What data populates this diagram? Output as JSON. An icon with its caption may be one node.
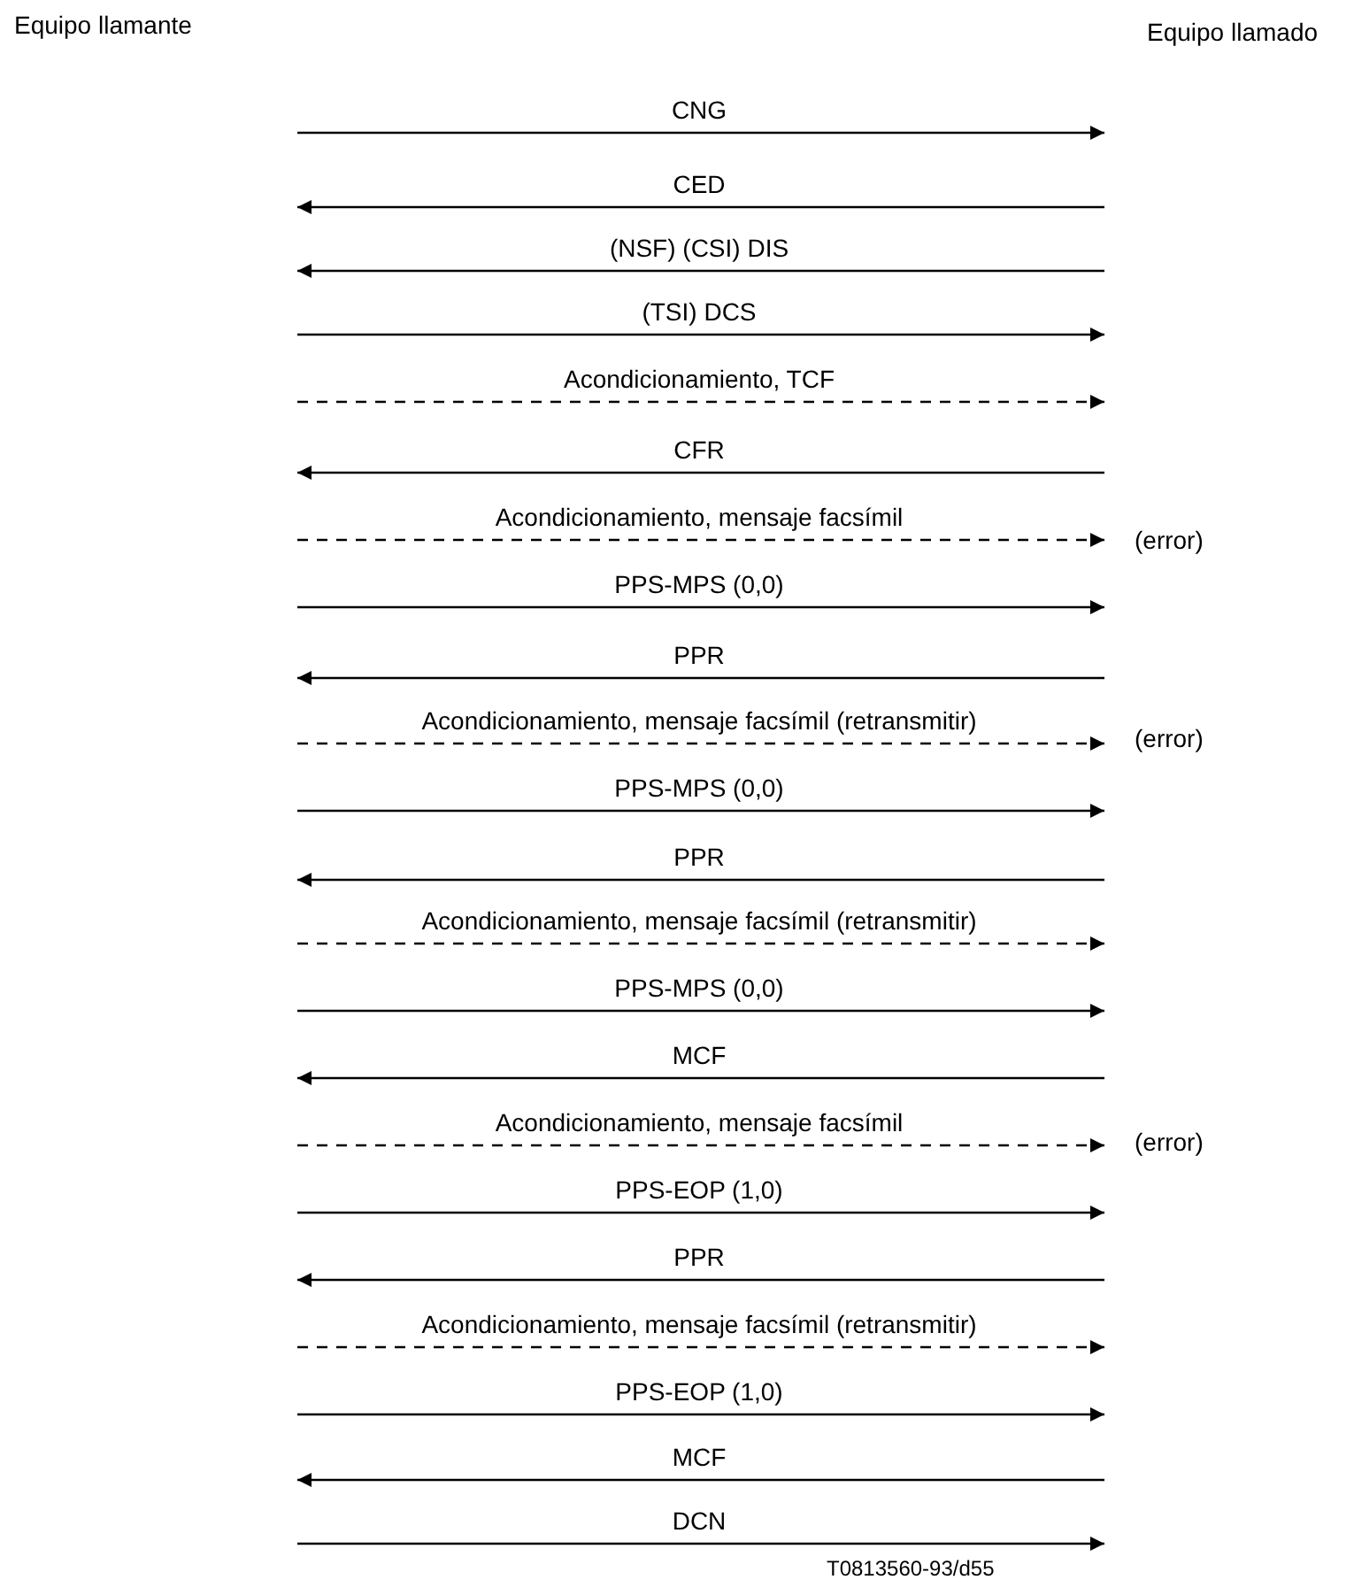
{
  "diagram": {
    "labels": [
      "Equipo llamante",
      "Equipo llamado",
      "CNG",
      "CED",
      "(NSF) (CSI) DIS",
      "(TSI) DCS",
      "Acondicionamiento, TCF",
      "CFR",
      "Acondicionamiento, mensaje facsímil",
      "(error)",
      "PPS-MPS (0,0)",
      "PPR",
      "Acondicionamiento, mensaje facsímil (retransmitir)",
      "(error)",
      "PPS-MPS (0,0)",
      "PPR",
      "Acondicionamiento, mensaje facsímil (retransmitir)",
      "PPS-MPS (0,0)",
      "MCF",
      "Acondicionamiento, mensaje facsímil",
      "(error)",
      "PPS-EOP (1,0)",
      "PPR",
      "Acondicionamiento, mensaje facsímil (retransmitir)",
      "PPS-EOP (1,0)",
      "MCF",
      "DCN",
      "T0813560-93/d55"
    ]
  }
}
